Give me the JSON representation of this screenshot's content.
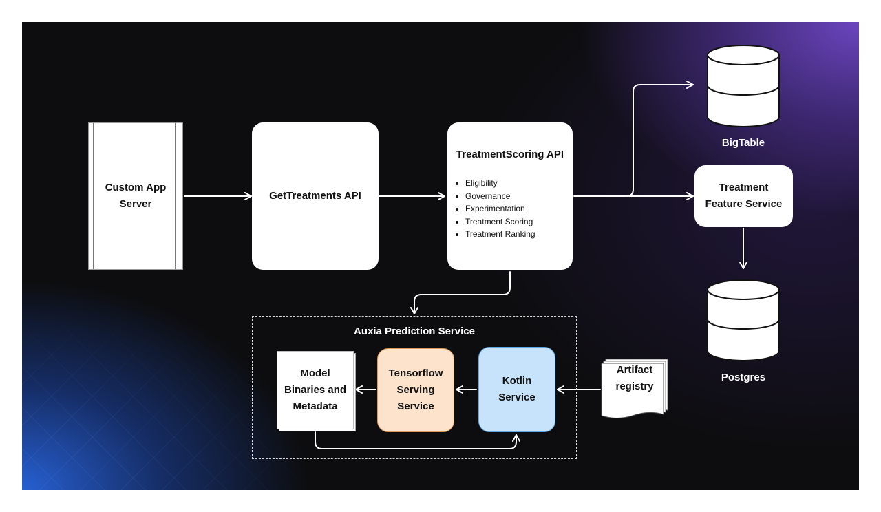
{
  "nodes": {
    "custom_app_server": "Custom App Server",
    "get_treatments_api": "GetTreatments API",
    "treatment_scoring_api": {
      "title": "TreatmentScoring API",
      "items": [
        "Eligibility",
        "Governance",
        "Experimentation",
        "Treatment Scoring",
        "Treatment Ranking"
      ]
    },
    "bigtable": "BigTable",
    "treatment_feature_service": "Treatment Feature Service",
    "postgres": "Postgres",
    "auxia_prediction_service": "Auxia Prediction Service",
    "model_binaries": "Model Binaries and Metadata",
    "tensorflow_serving": "Tensorflow Serving Service",
    "kotlin_service": "Kotlin Service",
    "artifact_registry": "Artifact registry"
  },
  "colors": {
    "background": "#0d0d0f",
    "purple_glow": "#7048c8",
    "blue_glow": "#2864dc",
    "node_fill": "#ffffff",
    "tensorflow_fill": "#fde3cb",
    "tensorflow_border": "#e39a55",
    "kotlin_fill": "#c7e3fb",
    "kotlin_border": "#5aa7e6",
    "connector": "#ffffff"
  },
  "icons": {
    "database": "cylinder-database-icon",
    "server": "server-rack-icon",
    "document": "stacked-document-icon"
  }
}
